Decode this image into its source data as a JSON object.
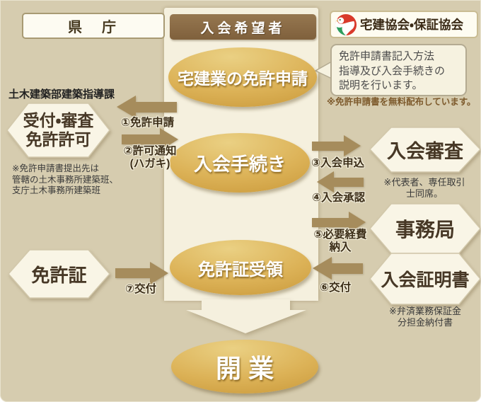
{
  "colors": {
    "background": "#d6ccaf",
    "column": "#f5f0de",
    "gold_ellipse": "#dcb257",
    "arrow_brown": "#a68c5c",
    "header_brown": "#8a6b46",
    "logo_red": "#d93a2b",
    "logo_green": "#2e9d5c"
  },
  "headers": {
    "prefecture": "県　庁",
    "applicant": "入会希望者",
    "association": "宅建協会・保証協会"
  },
  "callout": {
    "text": "免許申請書記入方法\n指導及び入会手続きの\n説明を行います。",
    "free_note": "※免許申請書を無料配布しています。"
  },
  "left": {
    "dept": "土木建築部建築指導課",
    "hex_reception": "受付・審査\n免許許可",
    "reception_note": "※免許申請書提出先は\n管轄の土木事務所建築班、\n支庁土木事務所建築班",
    "hex_license": "免許証"
  },
  "center": {
    "ellipse_application": "宅建業の免許申請",
    "ellipse_procedure": "入会手続き",
    "ellipse_receipt": "免許証受領",
    "ellipse_opening": "開業"
  },
  "right": {
    "hex_screening": "入会審査",
    "screening_note": "※代表者、専任取引\n士同席。",
    "hex_office": "事務局",
    "hex_certificate": "入会証明書",
    "certificate_note": "※弁済業務保証金\n分担金納付書"
  },
  "arrows": {
    "a1": "①免許申請",
    "a2": "②許可通知\n(ハガキ)",
    "a3": "③入会申込",
    "a4": "④入会承認",
    "a5": "⑤必要経費\n納入",
    "a6": "⑥交付",
    "a7": "⑦交付"
  }
}
